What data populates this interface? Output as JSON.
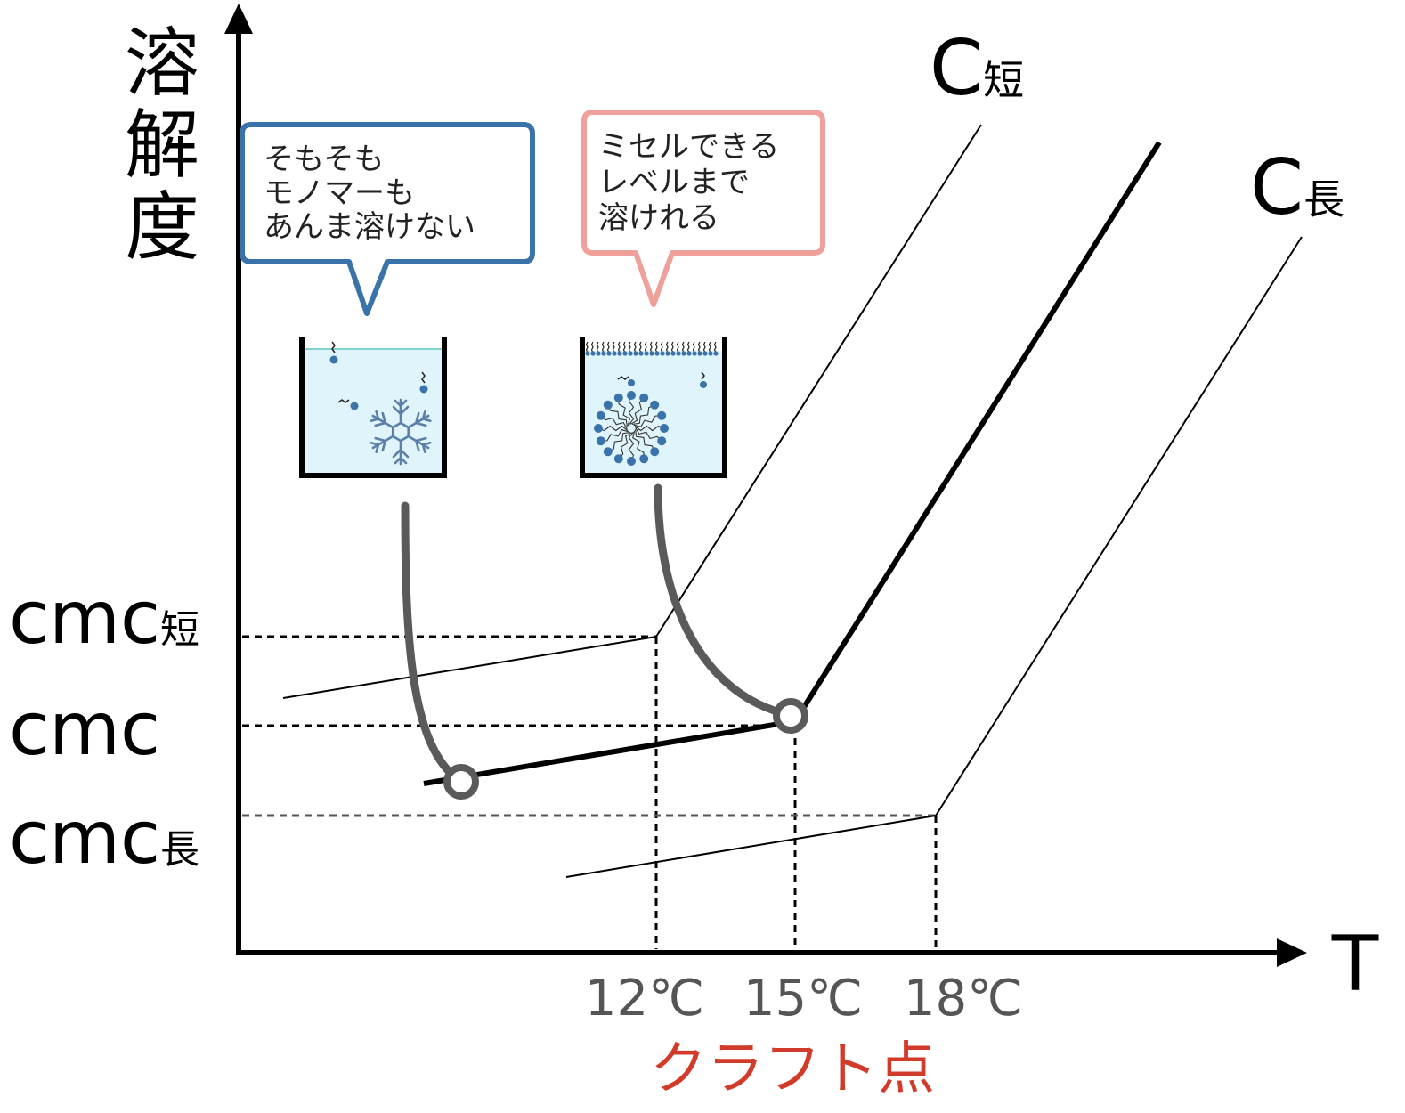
{
  "axes": {
    "y_label": "溶解度",
    "x_label": "T"
  },
  "y_levels": {
    "cmc_short": {
      "base": "cmc",
      "sub": "短"
    },
    "cmc": {
      "base": "cmc"
    },
    "cmc_long": {
      "base": "cmc",
      "sub": "長"
    }
  },
  "x_ticks": [
    "12℃",
    "15℃",
    "18℃"
  ],
  "krafft_label": "クラフト点",
  "curves": {
    "short": {
      "base": "C",
      "sub": "短",
      "krafft_temp_c": 12
    },
    "mid": {
      "krafft_temp_c": 15
    },
    "long": {
      "base": "C",
      "sub": "長",
      "krafft_temp_c": 18
    }
  },
  "bubbles": {
    "left": {
      "lines": [
        "そもそも",
        "モノマーも",
        "あんま溶けない"
      ],
      "color": "#3a72aa"
    },
    "right": {
      "lines": [
        "ミセルできる",
        "レベルまで",
        "溶けれる"
      ],
      "color": "#f0a09a"
    }
  },
  "colors": {
    "krafft": "#d23a2a",
    "tick": "#555555",
    "water": "#dff4fb",
    "molecule": "#3a72aa"
  }
}
